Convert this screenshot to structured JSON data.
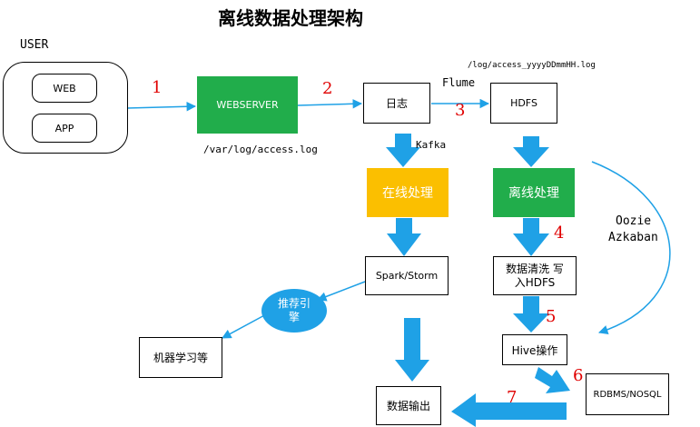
{
  "title": "离线数据处理架构",
  "user_label": "USER",
  "nodes": {
    "web": "WEB",
    "app": "APP",
    "webserver": "WEBSERVER",
    "log": "日志",
    "hdfs": "HDFS",
    "online": "在线处理",
    "offline": "离线处理",
    "spark_storm": "Spark/Storm",
    "clean_line1": "数据清洗 写",
    "clean_line2": "入HDFS",
    "recommend_line1": "推荐引",
    "recommend_line2": "擎",
    "ml": "机器学习等",
    "hive": "Hive操作",
    "rdbms": "RDBMS/NOSQL",
    "output": "数据输出"
  },
  "labels": {
    "access_log_path": "/var/log/access.log",
    "hdfs_log_path": "/log/access_yyyyDDmmHH.log",
    "flume": "Flume",
    "kafka": "Kafka",
    "oozie": "Oozie",
    "azkaban": "Azkaban"
  },
  "steps": [
    "1",
    "2",
    "3",
    "4",
    "5",
    "6",
    "7"
  ],
  "colors": {
    "green": "#21ad4b",
    "orange": "#fbbf00",
    "arrow": "#1fa1e6",
    "step_number": "#e00000"
  }
}
